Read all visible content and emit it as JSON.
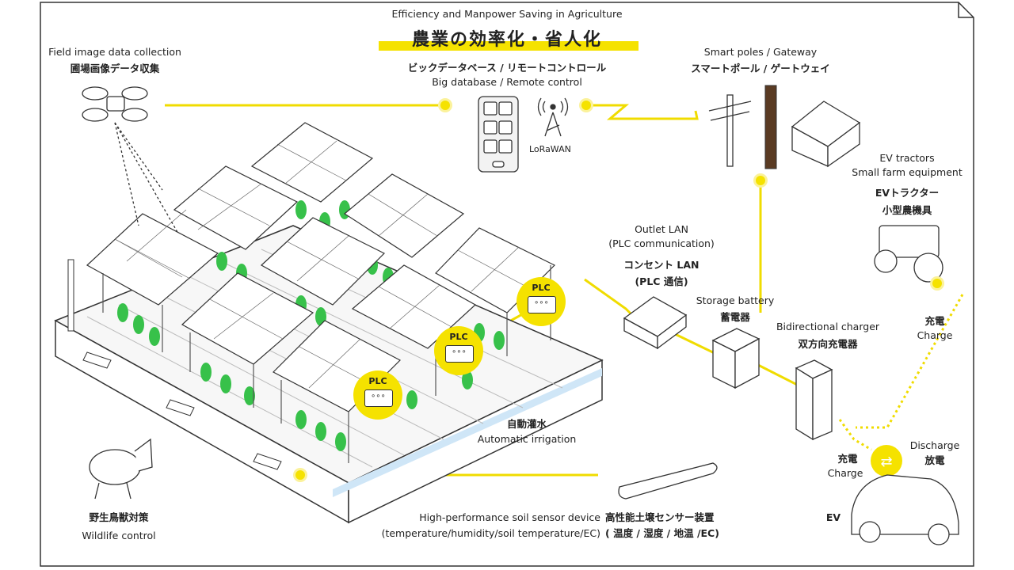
{
  "title": {
    "en": "Efficiency and Manpower Saving in Agriculture",
    "jp": "農業の効率化・省人化"
  },
  "labels": {
    "field_image_en": "Field image data collection",
    "field_image_jp": "圃場画像データ収集",
    "bigdata_jp": "ビックデータベース / リモートコントロール",
    "bigdata_en": "Big database / Remote control",
    "lorawan": "LoRaWAN",
    "smart_poles_en": "Smart poles / Gateway",
    "smart_poles_jp": "スマートポール / ゲートウェイ",
    "ev_tractors_en1": "EV tractors",
    "ev_tractors_en2": "Small farm equipment",
    "ev_tractors_jp1": "EVトラクター",
    "ev_tractors_jp2": "小型農機具",
    "outlet_en1": "Outlet LAN",
    "outlet_en2": "(PLC communication)",
    "outlet_jp1": "コンセント LAN",
    "outlet_jp2": "(PLC 通信)",
    "storage_en": "Storage battery",
    "storage_jp": "蓄電器",
    "bidir_en": "Bidirectional charger",
    "bidir_jp": "双方向充電器",
    "charge_jp_top": "充電",
    "charge_en_top": "Charge",
    "discharge_en": "Discharge",
    "discharge_jp": "放電",
    "charge_jp_bottom": "充電",
    "charge_en_bottom": "Charge",
    "ev": "EV",
    "irrigation_jp": "自動灌水",
    "irrigation_en": "Automatic irrigation",
    "soil_en1": "High-performance soil sensor device",
    "soil_en2": "(temperature/humidity/soil temperature/EC)",
    "soil_jp1": "高性能土壌センサー装置",
    "soil_jp2": "( 温度 / 湿度 / 地温 /EC)",
    "wildlife_jp": "野生鳥獣対策",
    "wildlife_en": "Wildlife control",
    "plc": "PLC"
  },
  "colors": {
    "accent": "#f5e200",
    "line": "#333333",
    "water": "#cfe6f7"
  }
}
